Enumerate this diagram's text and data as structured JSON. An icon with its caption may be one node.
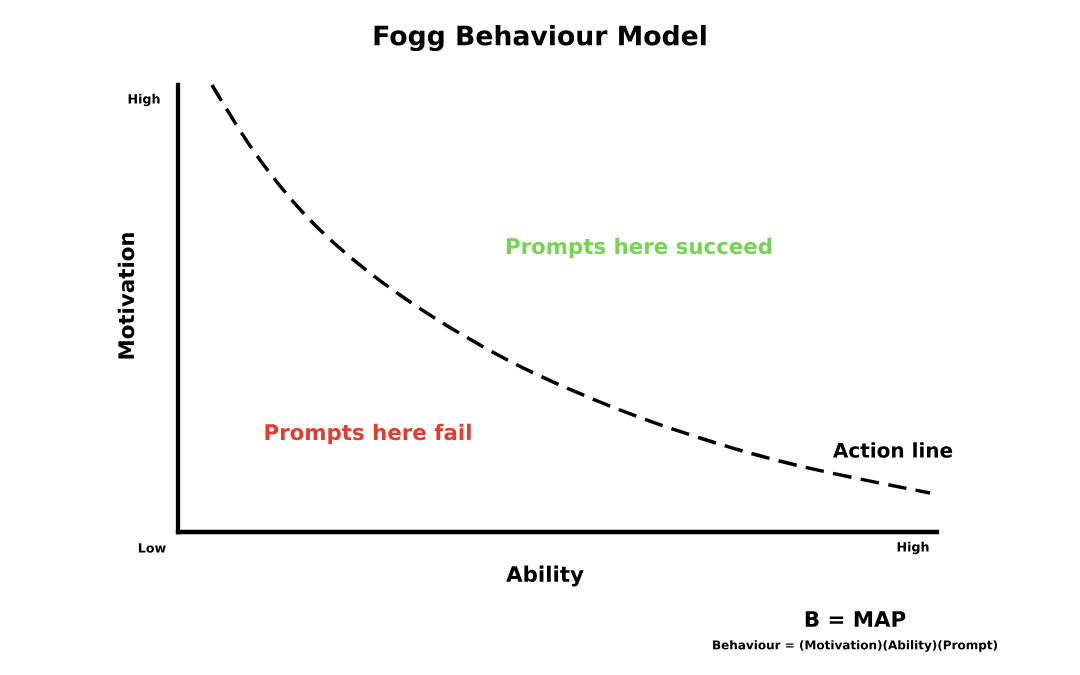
{
  "diagram": {
    "title": "Fogg Behaviour Model",
    "labels": [
      "High",
      "Motivation",
      "Prompts here succeed",
      "Prompts here fail",
      "Action line",
      "Low",
      "High",
      "Ability",
      "B = MAP",
      "Behaviour = (Motivation)(Ability)(Prompt)"
    ]
  }
}
